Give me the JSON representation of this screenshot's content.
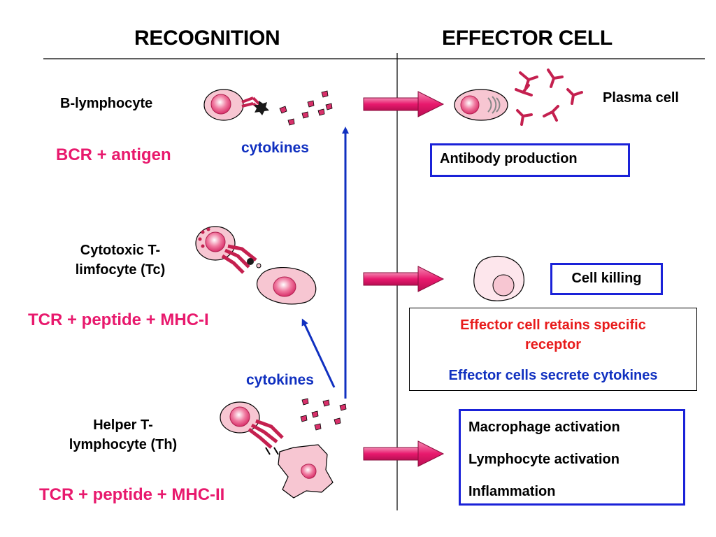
{
  "headers": {
    "recognition": "RECOGNITION",
    "effector": "EFFECTOR CELL"
  },
  "rows": {
    "b": {
      "cell": "B-lymphocyte",
      "receptor": "BCR + antigen"
    },
    "tc": {
      "cell_line1": "Cytotoxic T-",
      "cell_line2": "limfocyte (Tc)",
      "receptor": "TCR + peptide + MHC-I"
    },
    "th": {
      "cell_line1": "Helper T-",
      "cell_line2": "lymphocyte (Th)",
      "receptor": "TCR + peptide + MHC-II"
    }
  },
  "cytokines_top": "cytokines",
  "cytokines_bottom": "cytokines",
  "effector": {
    "plasma_cell": "Plasma cell",
    "antibody_production": "Antibody production",
    "cell_killing": "Cell killing",
    "note_red": "Effector cell retains specific receptor",
    "note_blue": "Effector cells secrete cytokines",
    "th_outcomes": [
      "Macrophage activation",
      "Lymphocyte activation",
      "Inflammation"
    ]
  },
  "colors": {
    "pink": "#e8196d",
    "blue": "#1030c0",
    "box_border": "#1a22d8",
    "cell_fill": "#f7c6d2",
    "receptor": "#c4204f"
  }
}
